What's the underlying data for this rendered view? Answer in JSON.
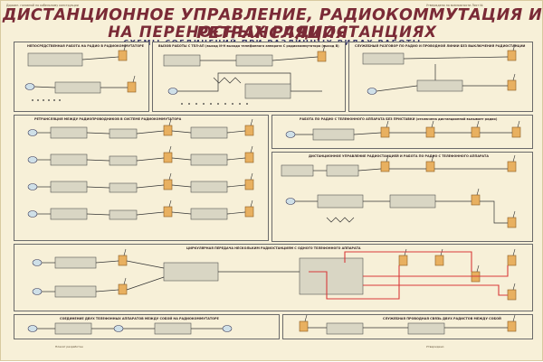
{
  "poster": {
    "top_left_text": "Дорожн. головной по кабельному конструкции",
    "top_right_text": "Утверждено по возможности  Лист № ",
    "title_line1": "ДИСТАНЦИОННОЕ УПРАВЛЕНИЕ, РАДИОКОММУТАЦИЯ И РЕТРАНСЛЯЦИЯ",
    "title_line2": "НА ПЕРЕНОСНЫХ РАДИОСТАНЦИЯХ",
    "subtitle": "СХЕМЫ СОЕДИНЕНИЙ ПРИ РАЗЛИЧНЫХ ВИДАХ РАБОТЫ",
    "footer_left": "Плакат разработан",
    "footer_right": "Утверждено"
  },
  "panels": {
    "p1": "НЕПОСРЕДСТВЕННАЯ РАБОТА НА РАДИО В РАДИОКОММУТАТОРЕ",
    "p2": "ВЫЗОВ РАБОТЫ С ТЕЛ-АП (выход И-Н выхода телефонного аппарата С радиокоммутатора (выход В)",
    "p3": "СЛУЖЕБНЫЙ РАЗГОВОР ПО РАДИО И ПРОВОДНОЙ ЛИНИИ БЕЗ ВЫКЛЮЧЕНИЯ РАДИОСТАНЦИИ",
    "p4": "РЕТРАНСЛЯЦИЯ МЕЖДУ РАДИОПРОВОДНИКОВ В СИСТЕМЕ РАДИОКОММУТАТОРА",
    "p5": "РАБОТА ПО РАДИО С ТЕЛЕФОННОГО АППАРАТА БЕЗ ПРИСТАВКИ (отключена дистанционной вызывает радио)",
    "p6": "ДИСТАНЦИОННОЕ УПРАВЛЕНИЕ РАДИОСТАНЦИЕЙ И РАБОТА ПО РАДИО С ТЕЛЕФОННОГО АППАРАТА",
    "p7": "ЦИРКУЛЯРНАЯ ПЕРЕДАЧА НЕСКОЛЬКИМ РАДИОСТАНЦИЯМ С ОДНОГО ТЕЛЕФОННОГО АППАРАТА",
    "p8": "СОЕДИНЕНИЕ ДВУХ ТЕЛЕФОННЫХ АППАРАТОВ МЕЖДУ СОБОЙ НА РАДИОКОММУТАТОРЕ",
    "p9": "СЛУЖЕБНАЯ ПРОВОДНАЯ СВЯЗЬ ДВУХ РАДИСТОВ МЕЖДУ СОБОЙ"
  },
  "colors": {
    "title": "#7a2a36",
    "subtitle": "#3a3a6a",
    "border": "#6a6a6a",
    "wire": "#333333",
    "highlight_wire": "#d83a3a",
    "radio_box": "#e8b060",
    "device_fill": "#d9d6c4"
  }
}
